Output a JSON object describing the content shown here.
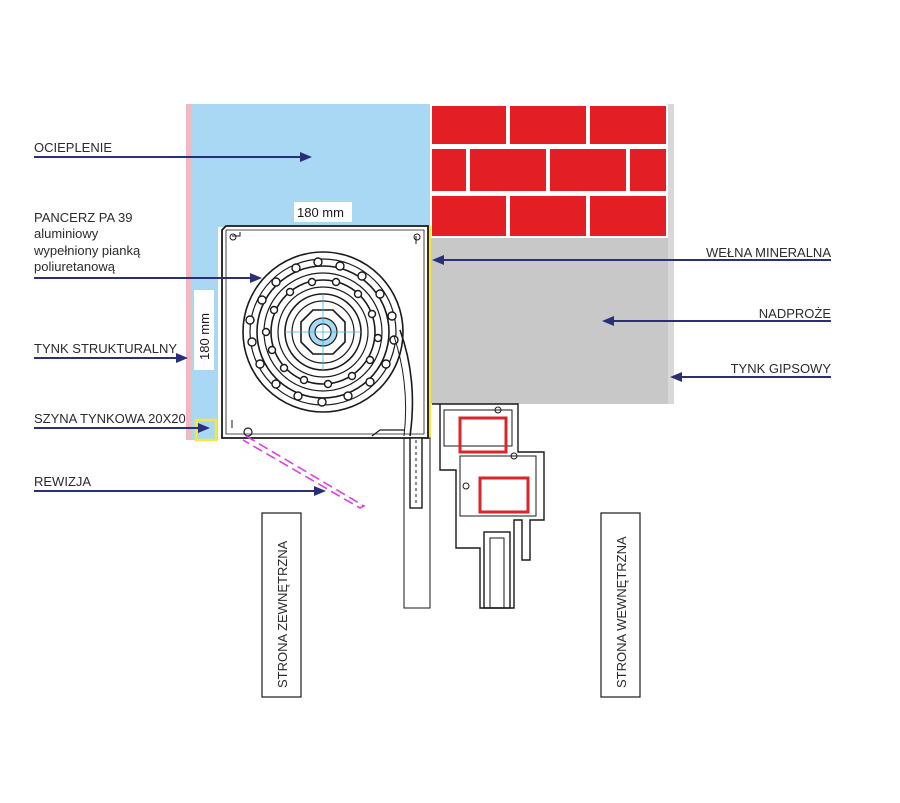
{
  "labels": {
    "ocieplenie": "OCIEPLENIE",
    "pancerz_line1": "PANCERZ PA 39",
    "pancerz_line2": "aluminiowy",
    "pancerz_line3": "wypełniony pianką",
    "pancerz_line4": "poliuretanową",
    "tynk_strukturalny": "TYNK STRUKTURALNY",
    "szyna_tynkowa": "SZYNA TYNKOWA 20X20",
    "rewizja": "REWIZJA",
    "welna_mineralna": "WEŁNA MINERALNA",
    "nadproze": "NADPROŻE",
    "tynk_gipsowy": "TYNK GIPSOWY",
    "strona_zewnetrzna": "STRONA ZEWNĘTRZNA",
    "strona_wewnetrzna": "STRONA WEWNĘTRZNA"
  },
  "dimensions": {
    "width_label": "180 mm",
    "height_label": "180 mm"
  },
  "colors": {
    "insulation": "#a8d8f3",
    "brick": "#e31e24",
    "mineral_wool": "#c8c8c8",
    "arrow": "#2a2f7a",
    "revision_line": "#e040e0",
    "frame_red": "#d9262b",
    "plaster": "#f2b8c0",
    "plaster_rail": "#f5e642"
  }
}
